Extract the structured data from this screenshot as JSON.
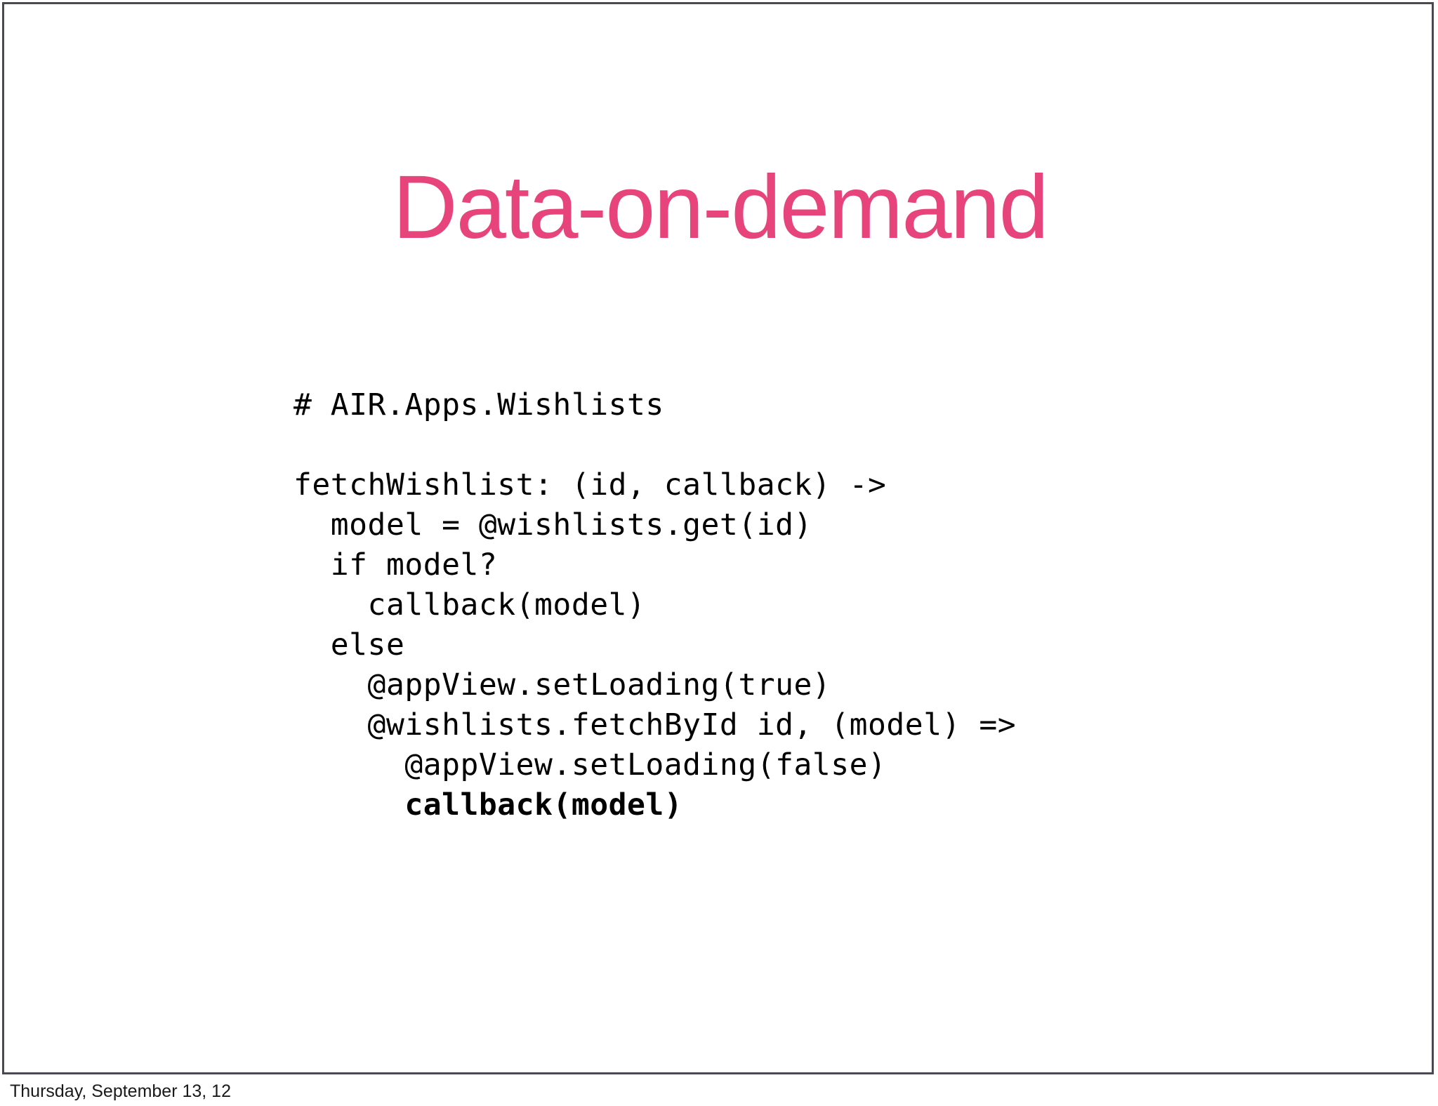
{
  "slide": {
    "title": "Data-on-demand",
    "title_color": "#e6447a",
    "background_color": "#ffffff",
    "border_color": "#4b4853",
    "code_color": "#000000"
  },
  "code": {
    "language": "coffeescript",
    "lines": [
      {
        "text": "# AIR.Apps.Wishlists",
        "bold": false
      },
      {
        "text": "",
        "bold": false
      },
      {
        "text": "fetchWishlist: (id, callback) ->",
        "bold": false
      },
      {
        "text": "  model = @wishlists.get(id)",
        "bold": false
      },
      {
        "text": "  if model?",
        "bold": false
      },
      {
        "text": "    callback(model)",
        "bold": false
      },
      {
        "text": "  else",
        "bold": false
      },
      {
        "text": "    @appView.setLoading(true)",
        "bold": false
      },
      {
        "text": "    @wishlists.fetchById id, (model) =>",
        "bold": false
      },
      {
        "text": "      @appView.setLoading(false)",
        "bold": false
      },
      {
        "text": "      callback(model)",
        "bold": true
      }
    ]
  },
  "footer": {
    "date": "Thursday, September 13, 12"
  }
}
